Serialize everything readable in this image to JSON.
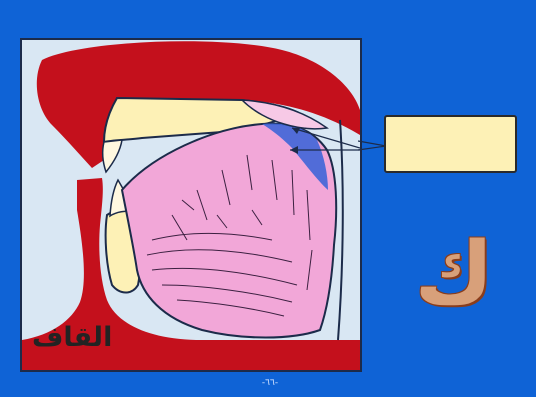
{
  "illustration": {
    "caption": "القاف",
    "colors": {
      "background": "#d9e7f3",
      "palate_and_lips": "#c4101c",
      "bone_and_teeth": "#fdf1b6",
      "tongue": "#f2a7d8",
      "articulation_point": "#3f66d8",
      "outline": "#1c2b4a"
    }
  },
  "label_box": {
    "text": ""
  },
  "big_letter": {
    "char": "ك"
  },
  "footer": {
    "page_number": "-٦٦-"
  },
  "colors": {
    "page_background": "#0f63d6"
  }
}
